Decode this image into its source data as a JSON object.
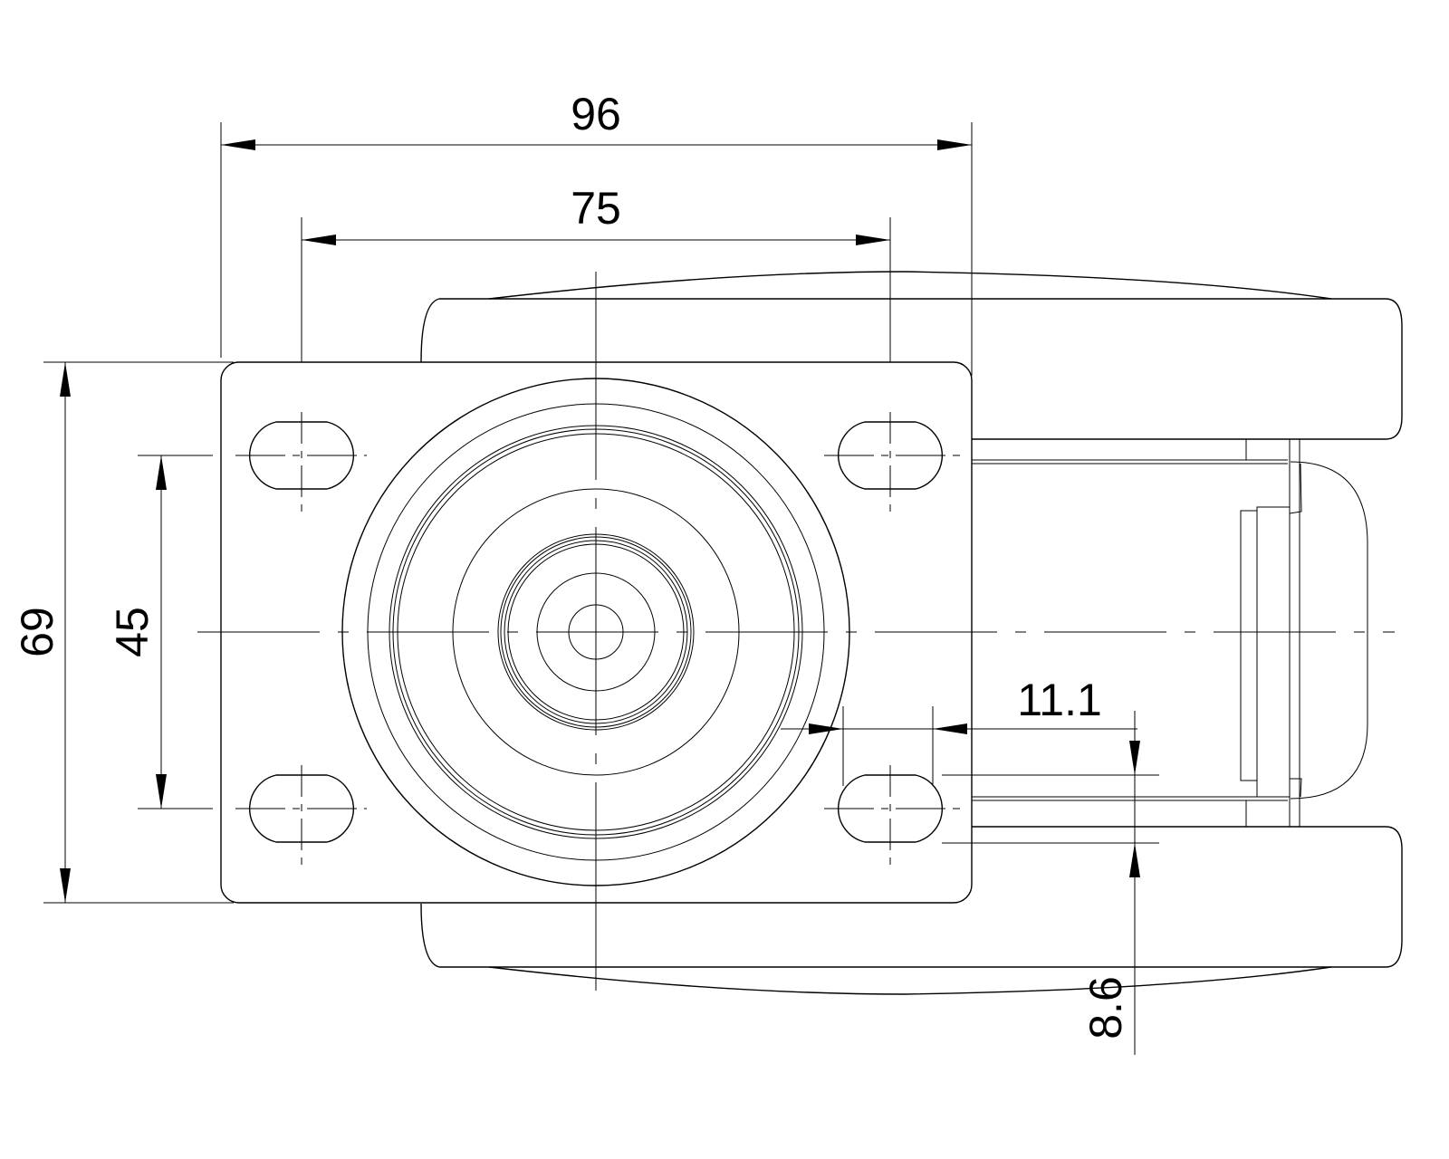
{
  "title": "Swivel caster top view technical drawing",
  "dimensions": {
    "overall_width": "96",
    "hole_spacing_x": "75",
    "overall_height": "69",
    "hole_spacing_y": "45",
    "offset": "11.1",
    "slot_width": "8.6"
  },
  "colors": {
    "line": "#000000",
    "background": "#ffffff"
  }
}
